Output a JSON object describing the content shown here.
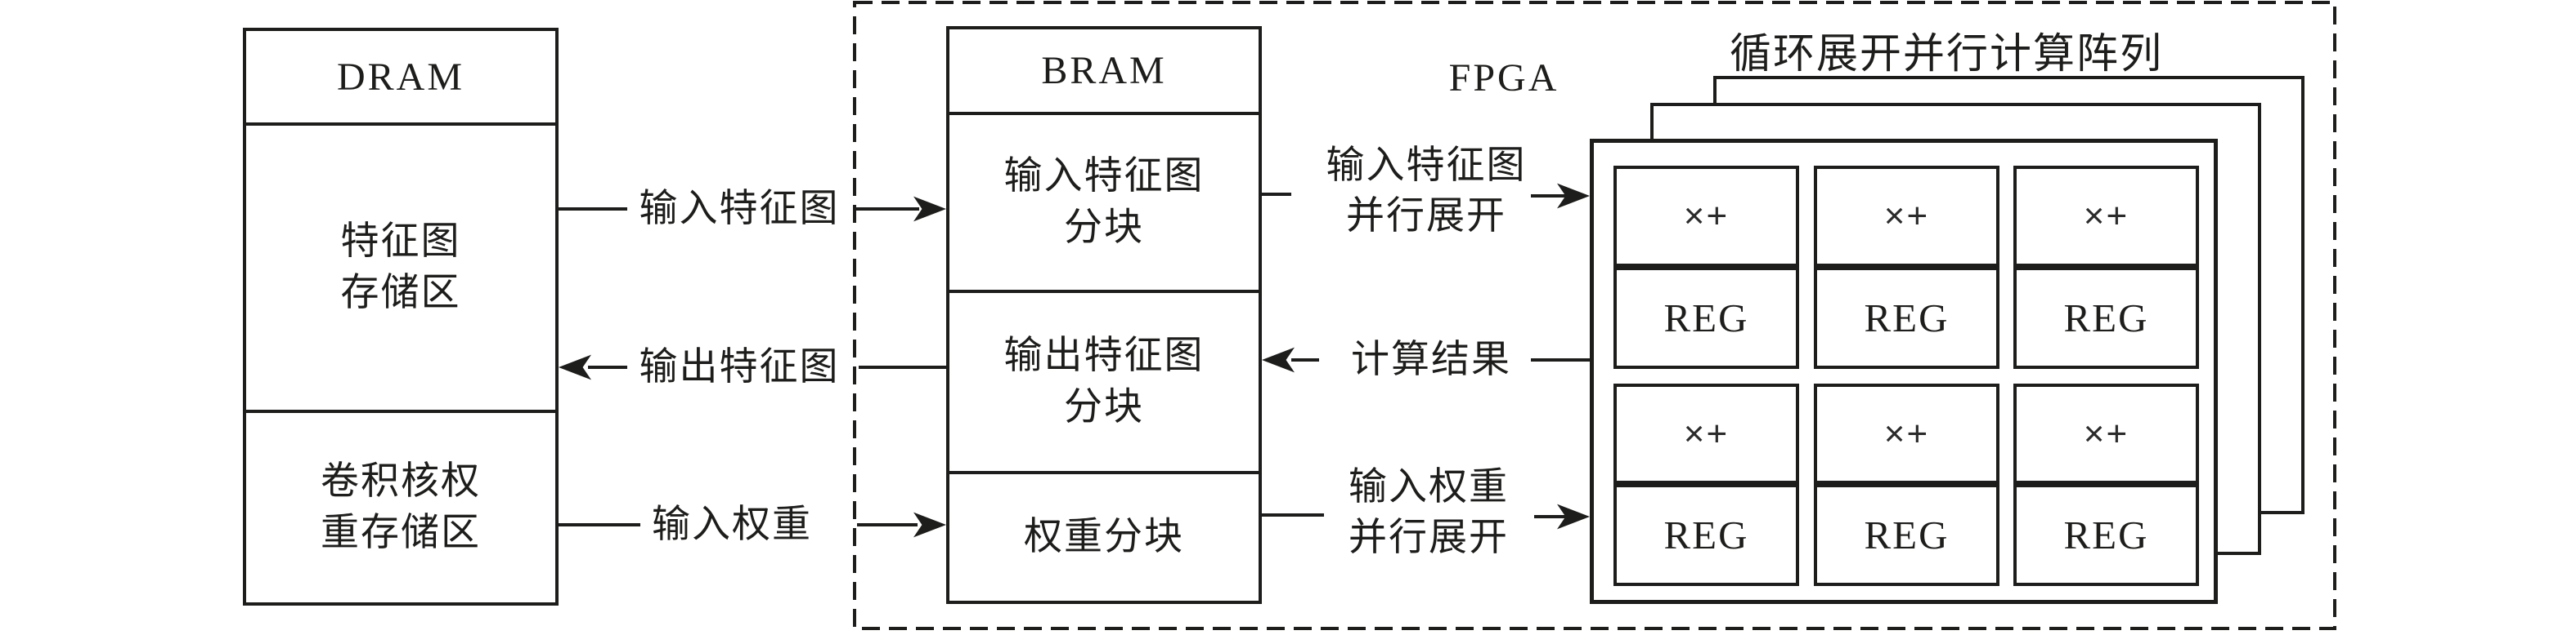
{
  "colors": {
    "ink": "#1d1d1b",
    "background": "#ffffff"
  },
  "dram": {
    "title": "DRAM",
    "sections": [
      {
        "line1": "特征图",
        "line2": "存储区"
      },
      {
        "line1": "卷积核权",
        "line2": "重存储区"
      }
    ]
  },
  "left_flows": {
    "input_feature_map": "输入特征图",
    "output_feature_map": "输出特征图",
    "input_weight": "输入权重"
  },
  "fpga": {
    "label": "FPGA",
    "bram": {
      "title": "BRAM",
      "sections": [
        {
          "line1": "输入特征图",
          "line2": "分块"
        },
        {
          "line1": "输出特征图",
          "line2": "分块"
        },
        {
          "line1": "权重分块",
          "line2": ""
        }
      ]
    },
    "right_flows": {
      "input_fmap_unroll_line1": "输入特征图",
      "input_fmap_unroll_line2": "并行展开",
      "compute_result": "计算结果",
      "weight_unroll_line1": "输入权重",
      "weight_unroll_line2": "并行展开"
    },
    "array": {
      "title": "循环展开并行计算阵列",
      "mac_label": "×+",
      "reg_label": "REG"
    }
  }
}
